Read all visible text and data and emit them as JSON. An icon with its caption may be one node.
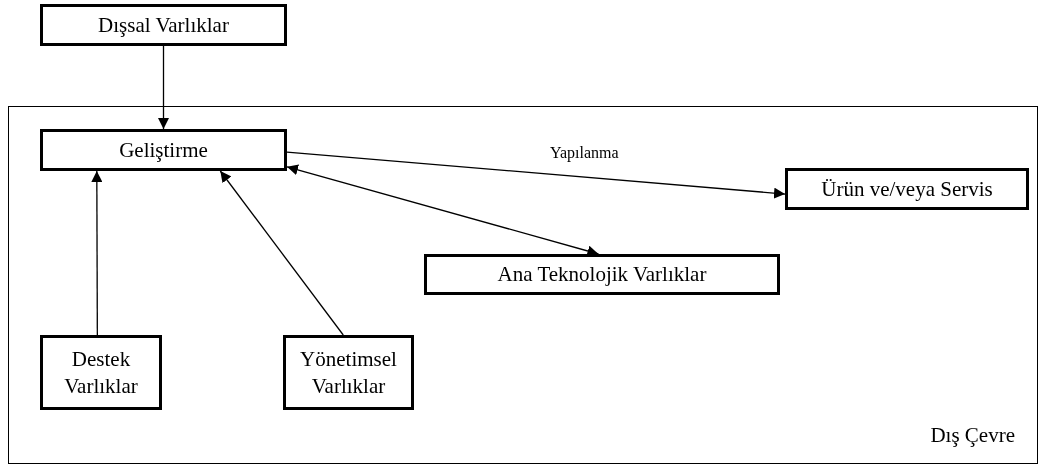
{
  "diagram": {
    "nodes": [
      {
        "text": [
          "Dışsal Varlıklar"
        ]
      },
      {
        "text": [
          "Dış Çevre"
        ]
      },
      {
        "text": [
          "Geliştirme"
        ],
        "in": 1
      },
      {
        "text": [
          "Ürün ve/veya Servis"
        ],
        "in": 1
      },
      {
        "text": [
          "Ana Teknolojik Varlıklar"
        ],
        "in": 1
      },
      {
        "text": [
          "Destek Varlıklar"
        ],
        "in": 1
      },
      {
        "text": [
          "Yönetimsel Varlıklar"
        ],
        "in": 1
      }
    ],
    "edges": [
      {
        "from": 0,
        "to": 2,
        "arrow": "to"
      },
      {
        "from": 2,
        "to": 3,
        "arrow": "to",
        "label": "Yapılanma"
      },
      {
        "from": 2,
        "to": 4,
        "arrow": "both"
      },
      {
        "from": 5,
        "to": 2,
        "arrow": "to"
      },
      {
        "from": 6,
        "to": 2,
        "arrow": "to"
      }
    ]
  }
}
